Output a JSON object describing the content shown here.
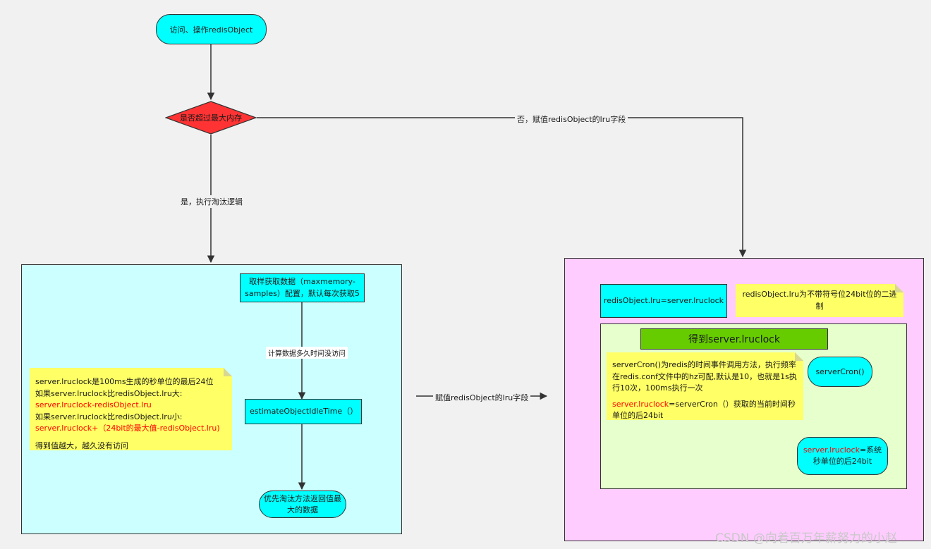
{
  "start": {
    "label": "访问、操作redisObject"
  },
  "decision": {
    "label": "是否超过最大内存"
  },
  "edges": {
    "no_label": "否，赋值redisObject的lru字段",
    "yes_label": "是，执行淘汰逻辑",
    "sample_label": "计算数据多久时间没访问",
    "mid_label": "赋值redisObject的lru字段"
  },
  "left_panel": {
    "sample_box": "取样获取数据（maxmemory-samples）配置，默认每次获取5",
    "idle_box": "estimateObjectIdleTime（）",
    "evict_box": "优先淘汰方法返回值最大的数据",
    "note": {
      "line1": "server.lruclock是100ms生成的秒单位的最后24位",
      "line2": "如果server.lruclock比redisObject.lru大:",
      "line3": "server.lruclock-redisObject.lru",
      "line4": "如果server.lruclock比redisObject.lru小:",
      "line5": "server.lruclock+（24bit的最大值-redisObject.lru)",
      "line6": "得到值越大，越久没有访问"
    }
  },
  "right_panel": {
    "assign_box": "redisObject.lru=server.lruclock",
    "assign_note": "redisObject.lru为不带符号位24bit位的二进制",
    "inner_title": "得到server.lruclock",
    "cron_note": {
      "text1": "serverCron()为redis的时间事件调用方法，执行频率在redis.conf文件中的hz可配,默认是10，也就是1s执行10次，100ms执行一次",
      "text2_red": "server.lruclock",
      "text2_rest": "=serverCron（）获取的当前时间秒单位的后24bit"
    },
    "cron_node": "serverCron()",
    "result_node_red": "server.lruclock",
    "result_node_rest": "=系统秒单位的后24bit"
  },
  "watermark": "CSDN @向着百万年薪努力的小赵",
  "colors": {
    "cyan": "#00ffff",
    "light_cyan": "#ccffff",
    "decision_red": "#ff3333",
    "pink": "#ffccff",
    "light_green": "#e6ffcc",
    "green_title": "#66cc00",
    "note_yellow": "#ffff66",
    "highlight_red": "#ff0000"
  }
}
